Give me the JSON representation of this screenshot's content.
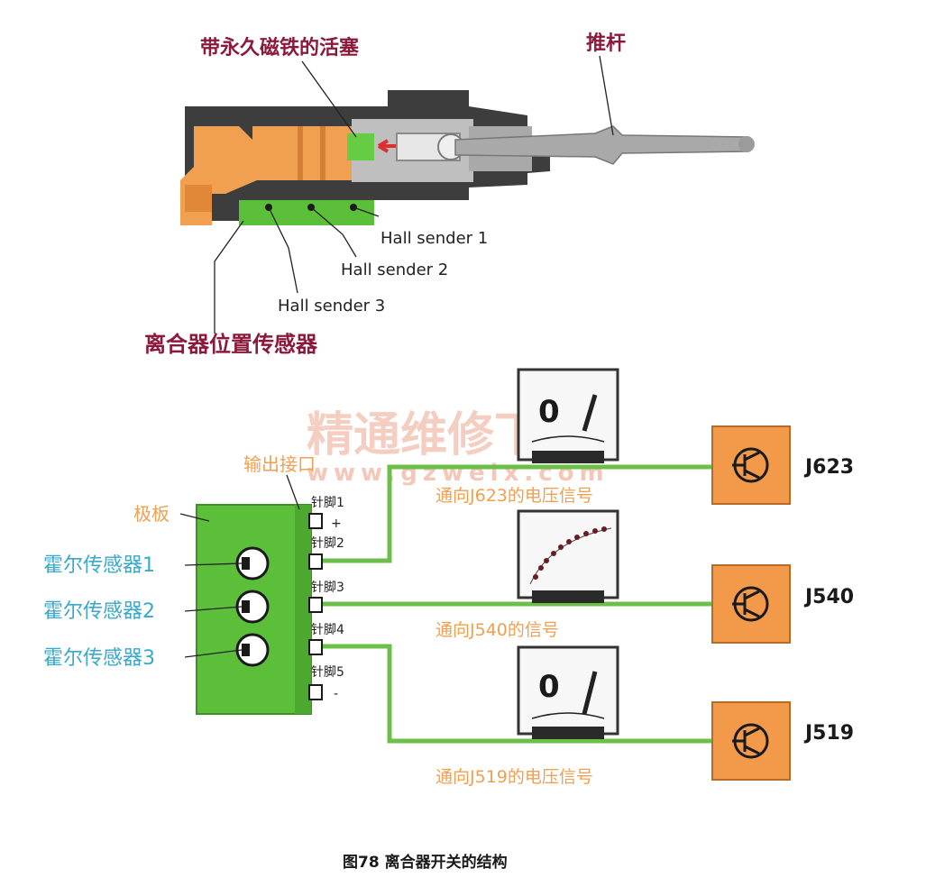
{
  "top": {
    "piston_label": "带永久磁铁的活塞",
    "pushrod_label": "推杆",
    "hall1": "Hall sender 1",
    "hall2": "Hall sender 2",
    "hall3": "Hall sender 3",
    "sensor_label": "离合器位置传感器"
  },
  "bottom": {
    "output_label": "输出接口",
    "board_label": "极板",
    "hall_sensors": [
      "霍尔传感器1",
      "霍尔传感器2",
      "霍尔传感器3"
    ],
    "pins": [
      "针脚1",
      "针脚2",
      "针脚3",
      "针脚4",
      "针脚5"
    ],
    "pin_plus": "+",
    "pin_minus": "-",
    "signal_j623": "通向J623的电压信号",
    "signal_j540": "通向J540的信号",
    "signal_j519": "通向J519的电压信号",
    "ecus": [
      "J623",
      "J540",
      "J519"
    ],
    "meter_zero": "0"
  },
  "watermark": {
    "cn": "精通维修下载",
    "url": "www.gzweix.com"
  },
  "caption": "图78 离合器开关的结构",
  "colors": {
    "maroon": "#8b1a3a",
    "orange": "#f0a050",
    "green_board": "#5cbf3a",
    "green_wire": "#6cc04a",
    "cyan": "#3aa8c8",
    "ecu_orange": "#f29a4a"
  }
}
